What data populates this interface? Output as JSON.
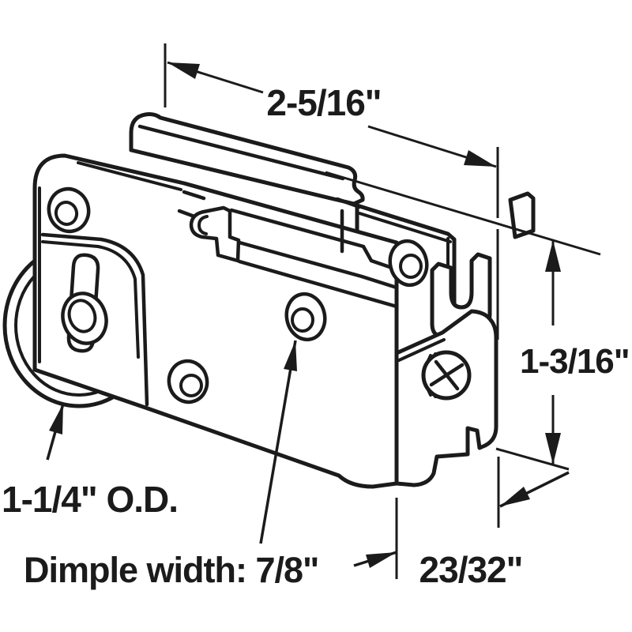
{
  "figure": {
    "title": "Sliding glass door roller assembly - dimensioned line drawing",
    "background_color": "#ffffff",
    "line_color": "#1b1b1b"
  },
  "dimensions": {
    "top_width": {
      "label": "2-5/16\""
    },
    "right_height": {
      "label": "1-3/16\""
    },
    "roller_outer_diameter": {
      "label": "1-1/4\" O.D."
    },
    "dimple_width": {
      "label": "Dimple width: 7/8\""
    },
    "bottom_depth": {
      "label": "23/32\""
    }
  }
}
